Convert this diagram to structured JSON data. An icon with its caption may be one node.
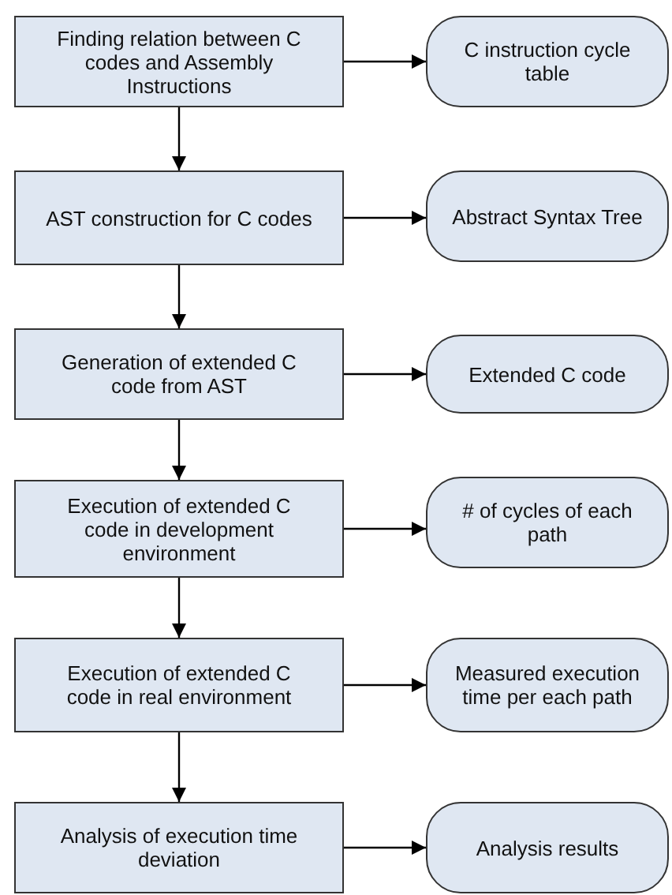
{
  "diagram": {
    "nodes": [
      {
        "text": [
          "Finding relation between C codes and Assembly Instructions"
        ]
      },
      {
        "text": [
          "C instruction cycle table"
        ]
      },
      {
        "text": [
          "AST construction for C codes"
        ]
      },
      {
        "text": [
          "Abstract Syntax Tree"
        ]
      },
      {
        "text": [
          "Generation of extended C code  from AST"
        ]
      },
      {
        "text": [
          "Extended C code"
        ]
      },
      {
        "text": [
          "Execution of extended C code in development environment"
        ]
      },
      {
        "text": [
          "# of cycles of each path"
        ]
      },
      {
        "text": [
          "Execution of extended C code in real environment"
        ]
      },
      {
        "text": [
          "Measured execution time per each path"
        ]
      },
      {
        "text": [
          "Analysis of execution time deviation"
        ]
      },
      {
        "text": [
          "Analysis results"
        ]
      }
    ],
    "edges": [
      {
        "from": 0,
        "to": 1,
        "arrow": "to"
      },
      {
        "from": 0,
        "to": 2,
        "arrow": "to"
      },
      {
        "from": 2,
        "to": 3,
        "arrow": "to"
      },
      {
        "from": 2,
        "to": 4,
        "arrow": "to"
      },
      {
        "from": 4,
        "to": 5,
        "arrow": "to"
      },
      {
        "from": 4,
        "to": 6,
        "arrow": "to"
      },
      {
        "from": 6,
        "to": 7,
        "arrow": "to"
      },
      {
        "from": 6,
        "to": 8,
        "arrow": "to"
      },
      {
        "from": 8,
        "to": 9,
        "arrow": "to"
      },
      {
        "from": 8,
        "to": 10,
        "arrow": "to"
      },
      {
        "from": 10,
        "to": 11,
        "arrow": "to"
      }
    ]
  }
}
